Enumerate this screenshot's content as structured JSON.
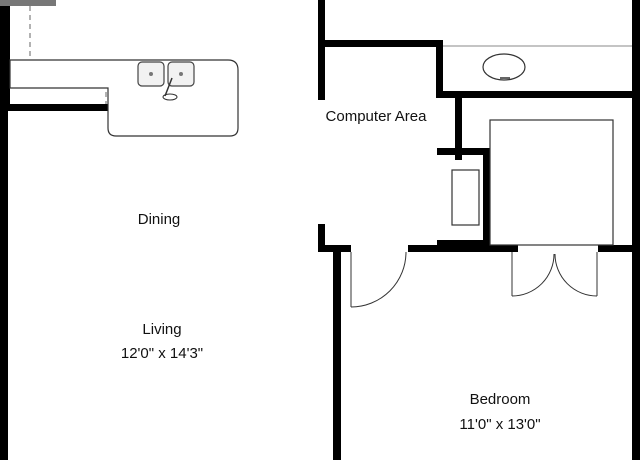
{
  "rooms": {
    "dining": {
      "name": "Dining"
    },
    "living": {
      "name": "Living",
      "size": "12'0\" x 14'3\""
    },
    "computer_area": {
      "name": "Computer Area"
    },
    "bedroom": {
      "name": "Bedroom",
      "size": "11'0\" x 13'0\""
    }
  },
  "colors": {
    "wall": "#000000",
    "background": "#ffffff",
    "fixture_stroke": "#333333"
  }
}
